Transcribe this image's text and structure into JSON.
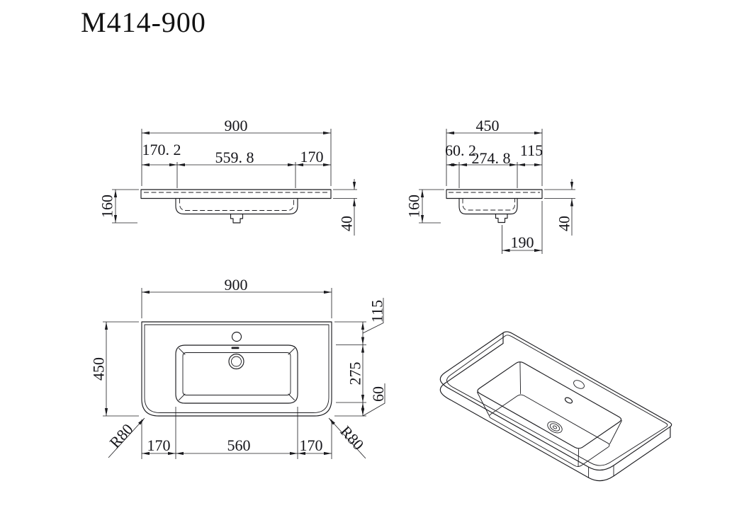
{
  "title": "M414-900",
  "front_view": {
    "dim_overall": "900",
    "dim_left": "170. 2",
    "dim_mid": "559. 8",
    "dim_right": "170",
    "dim_height": "160",
    "dim_thickness": "40"
  },
  "side_view": {
    "dim_overall": "450",
    "dim_left": "60. 2",
    "dim_mid": "274. 8",
    "dim_right": "115",
    "dim_height": "160",
    "dim_thickness": "40",
    "dim_drain_to_back": "190"
  },
  "plan_view": {
    "dim_overall": "900",
    "dim_depth": "450",
    "dim_back_offset": "115",
    "dim_basin_depth": "275",
    "dim_front_offset": "60",
    "dim_radius_left": "R80",
    "dim_radius_right": "R80",
    "dim_left": "170",
    "dim_basin_width": "560",
    "dim_right": "170"
  },
  "colors": {
    "line": "#1b1b1f",
    "background": "#ffffff"
  }
}
